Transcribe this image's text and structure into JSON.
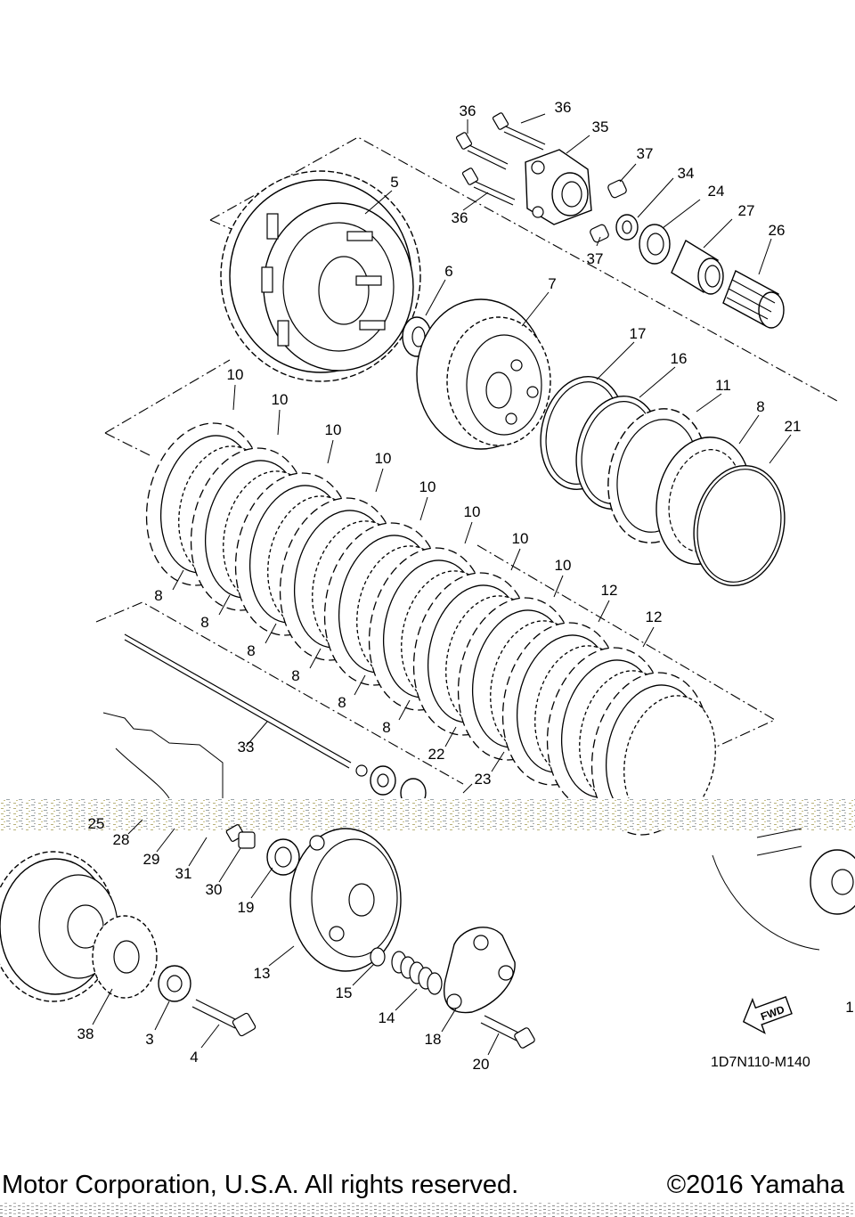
{
  "diagram": {
    "part_code": "1D7N110-M140",
    "fwd_badge": "FWD",
    "labels": [
      {
        "id": "36a",
        "text": "36"
      },
      {
        "id": "36b",
        "text": "36"
      },
      {
        "id": "36c",
        "text": "36"
      },
      {
        "id": "35",
        "text": "35"
      },
      {
        "id": "37a",
        "text": "37"
      },
      {
        "id": "37b",
        "text": "37"
      },
      {
        "id": "34",
        "text": "34"
      },
      {
        "id": "24",
        "text": "24"
      },
      {
        "id": "27",
        "text": "27"
      },
      {
        "id": "26",
        "text": "26"
      },
      {
        "id": "5",
        "text": "5"
      },
      {
        "id": "6",
        "text": "6"
      },
      {
        "id": "7",
        "text": "7"
      },
      {
        "id": "17",
        "text": "17"
      },
      {
        "id": "16",
        "text": "16"
      },
      {
        "id": "11",
        "text": "11"
      },
      {
        "id": "8r",
        "text": "8"
      },
      {
        "id": "21",
        "text": "21"
      },
      {
        "id": "10a",
        "text": "10"
      },
      {
        "id": "10b",
        "text": "10"
      },
      {
        "id": "10c",
        "text": "10"
      },
      {
        "id": "10d",
        "text": "10"
      },
      {
        "id": "10e",
        "text": "10"
      },
      {
        "id": "10f",
        "text": "10"
      },
      {
        "id": "10g",
        "text": "10"
      },
      {
        "id": "10h",
        "text": "10"
      },
      {
        "id": "12a",
        "text": "12"
      },
      {
        "id": "12b",
        "text": "12"
      },
      {
        "id": "8a",
        "text": "8"
      },
      {
        "id": "8b",
        "text": "8"
      },
      {
        "id": "8c",
        "text": "8"
      },
      {
        "id": "8d",
        "text": "8"
      },
      {
        "id": "8e",
        "text": "8"
      },
      {
        "id": "8f",
        "text": "8"
      },
      {
        "id": "22",
        "text": "22"
      },
      {
        "id": "23",
        "text": "23"
      },
      {
        "id": "33",
        "text": "33"
      },
      {
        "id": "28",
        "text": "28"
      },
      {
        "id": "29",
        "text": "29"
      },
      {
        "id": "31",
        "text": "31"
      },
      {
        "id": "30",
        "text": "30"
      },
      {
        "id": "19",
        "text": "19"
      },
      {
        "id": "13",
        "text": "13"
      },
      {
        "id": "15",
        "text": "15"
      },
      {
        "id": "14",
        "text": "14"
      },
      {
        "id": "18",
        "text": "18"
      },
      {
        "id": "20",
        "text": "20"
      },
      {
        "id": "38",
        "text": "38"
      },
      {
        "id": "3",
        "text": "3"
      },
      {
        "id": "4",
        "text": "4"
      },
      {
        "id": "1",
        "text": "1"
      },
      {
        "id": "25",
        "text": "25"
      }
    ]
  },
  "footer": {
    "left": "Motor Corporation, U.S.A. All rights reserved.",
    "right": "©2016 Yamaha"
  }
}
